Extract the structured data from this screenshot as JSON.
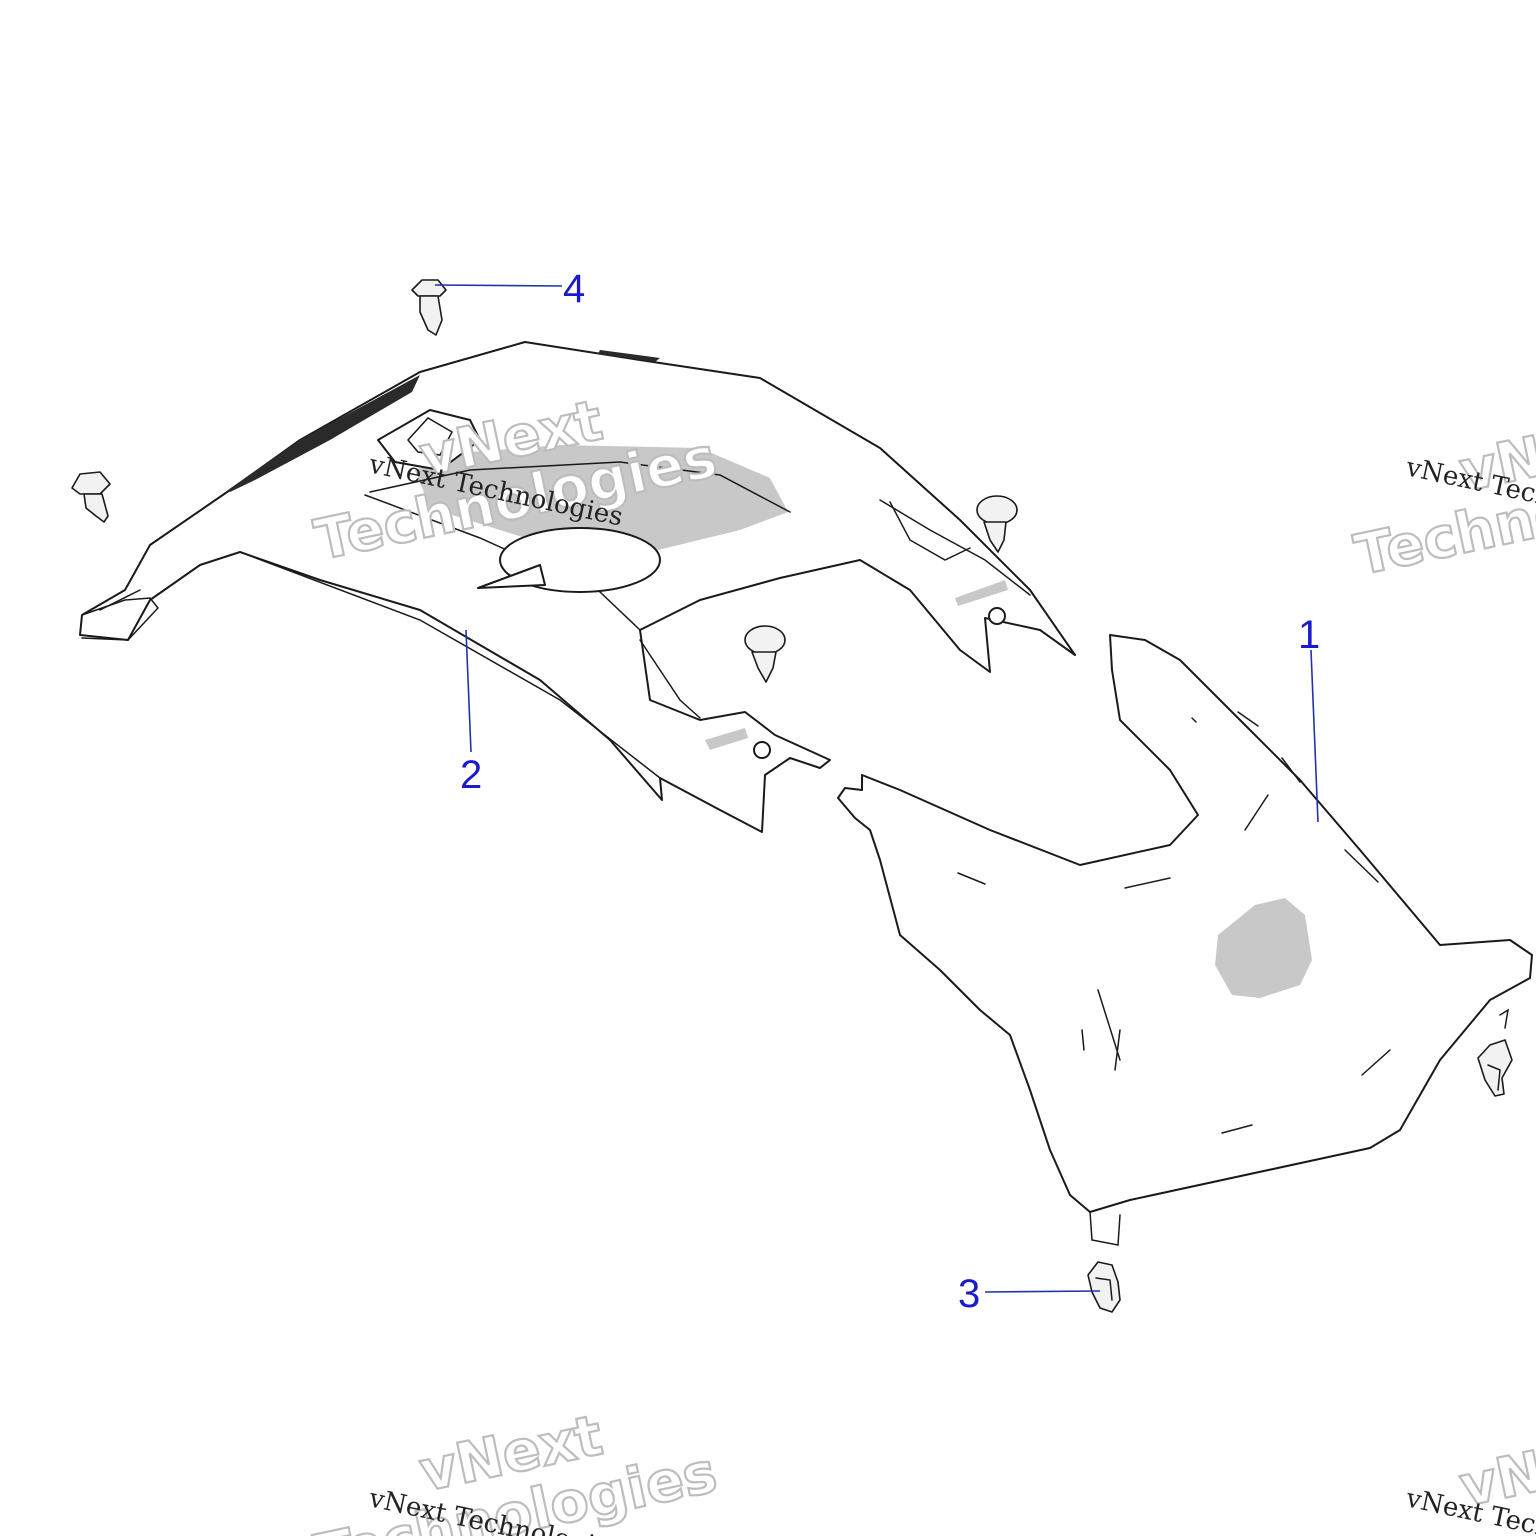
{
  "callouts": [
    {
      "id": "1",
      "label": "1"
    },
    {
      "id": "2",
      "label": "2"
    },
    {
      "id": "3",
      "label": "3"
    },
    {
      "id": "4",
      "label": "4"
    }
  ],
  "watermark": {
    "line1": "vNext",
    "line2": "Technologies",
    "caption": "vNext Technologies"
  },
  "colors": {
    "callout": "#1a1acc",
    "leader": "#2233aa",
    "line": "#1a1a1a",
    "watermark": "#bdbdbd"
  }
}
